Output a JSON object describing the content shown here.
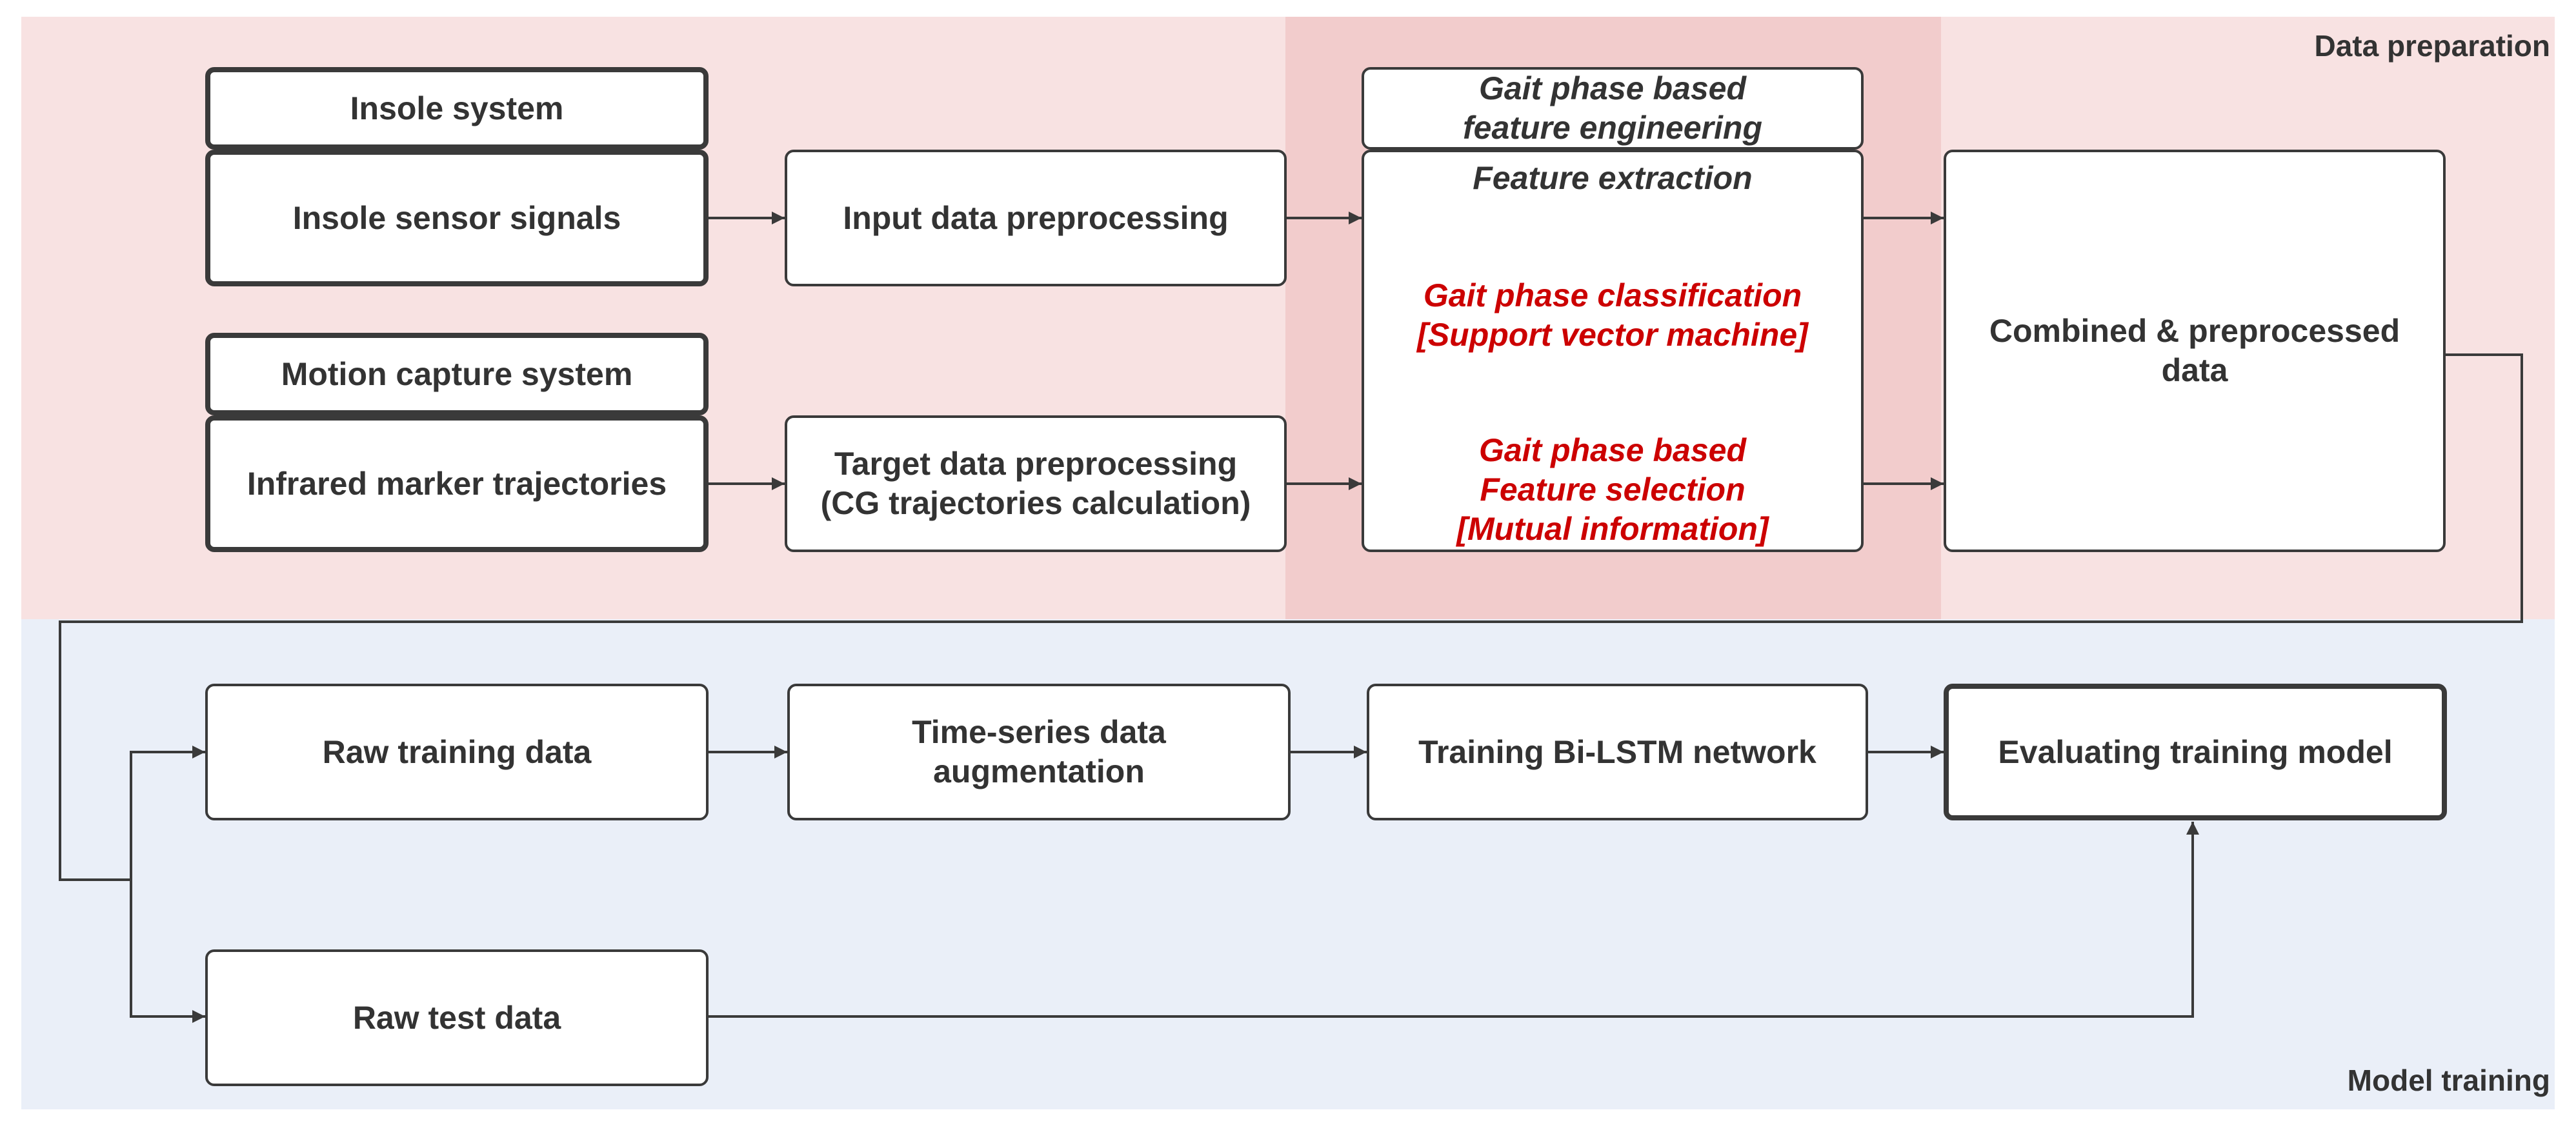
{
  "sections": {
    "data_preparation": "Data preparation",
    "model_training": "Model training"
  },
  "colors": {
    "prep_bg": "#f8e2e2",
    "prep_highlight": "#f2cccc",
    "training_bg": "#eaeff8",
    "highlight_text": "#cc0000",
    "line": "#3a3a3a"
  },
  "prep": {
    "insole_system": "Insole system",
    "insole_signals": "Insole sensor signals",
    "motion_system": "Motion capture system",
    "infrared": "Infrared marker trajectories",
    "input_pre": "Input data preprocessing",
    "target_pre_1": "Target data preprocessing",
    "target_pre_2": "(CG trajectories calculation)",
    "fe_header_1": "Gait phase based",
    "fe_header_2": "feature engineering",
    "fe_extract": "Feature extraction",
    "fe_class_1": "Gait phase classification",
    "fe_class_2": "[Support vector machine]",
    "fe_sel_1": "Gait phase based",
    "fe_sel_2": "Feature selection",
    "fe_sel_3": "[Mutual information]",
    "combined_1": "Combined & preprocessed",
    "combined_2": "data"
  },
  "training": {
    "raw_train": "Raw training data",
    "augment_1": "Time-series data",
    "augment_2": "augmentation",
    "bilstm": "Training Bi-LSTM network",
    "evaluate": "Evaluating training model",
    "raw_test": "Raw test data"
  }
}
